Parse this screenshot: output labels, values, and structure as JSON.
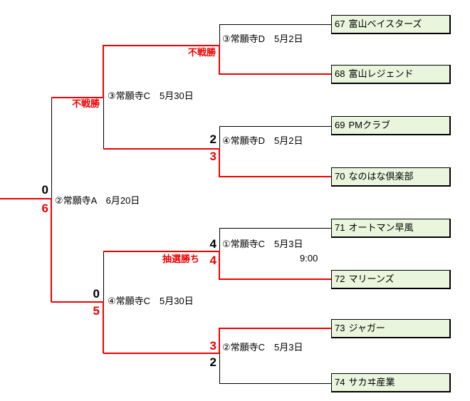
{
  "colors": {
    "winner_path_red": "#f00000",
    "line_black": "#000000",
    "team_box_fill": "#e9f5dc",
    "team_box_border": "#000000",
    "background": "#ffffff"
  },
  "teams": [
    {
      "number": "67",
      "name": "富山ベイスターズ"
    },
    {
      "number": "68",
      "name": "富山レジェンド"
    },
    {
      "number": "69",
      "name": "PMクラブ"
    },
    {
      "number": "70",
      "name": "なのはな倶楽部"
    },
    {
      "number": "71",
      "name": "オートマン早風"
    },
    {
      "number": "72",
      "name": "マリーンズ"
    },
    {
      "number": "73",
      "name": "ジャガー"
    },
    {
      "number": "74",
      "name": "サカヰ産業"
    }
  ],
  "matches": {
    "quarterfinal_1": {
      "label": "③常願寺D　5月2日",
      "winner_note": "不戦勝"
    },
    "quarterfinal_2": {
      "label": "④常願寺D　5月2日",
      "score_top": "2",
      "score_bottom": "3"
    },
    "quarterfinal_3": {
      "label": "①常願寺C　5月3日",
      "time": "9:00",
      "score_top": "4",
      "score_bottom": "4",
      "winner_note": "抽選勝ち"
    },
    "quarterfinal_4": {
      "label": "②常願寺C　5月3日",
      "score_top": "3",
      "score_bottom": "2"
    },
    "semifinal_1": {
      "label": "③常願寺C　5月30日",
      "winner_note": "不戦勝"
    },
    "semifinal_2": {
      "label": "④常願寺C　5月30日",
      "score_top": "0",
      "score_bottom": "5"
    },
    "final": {
      "label": "②常願寺A　6月20日",
      "score_top": "0",
      "score_bottom": "6"
    }
  }
}
